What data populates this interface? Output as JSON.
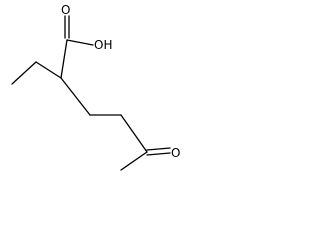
{
  "molecule": {
    "atoms": [
      {
        "id": "O1",
        "label": "O"
      },
      {
        "id": "OH",
        "label": "OH"
      },
      {
        "id": "O2",
        "label": "O"
      }
    ]
  }
}
